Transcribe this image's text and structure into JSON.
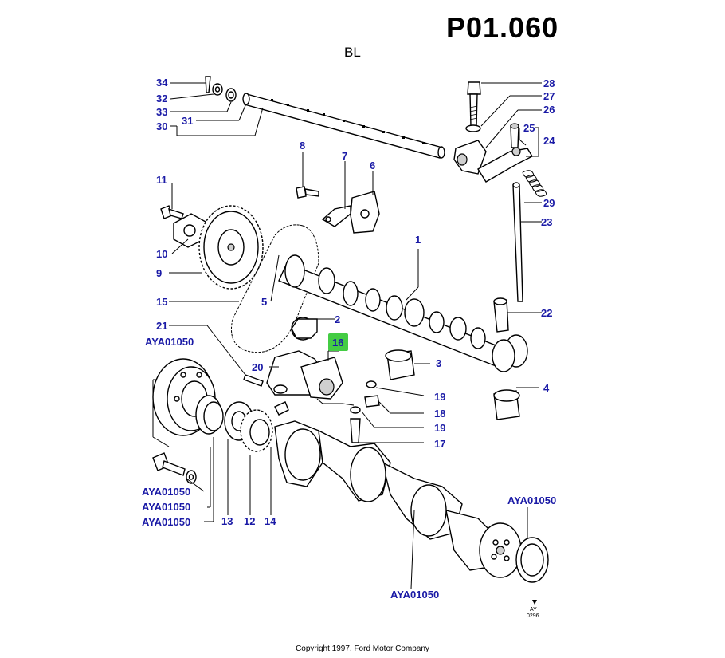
{
  "header": {
    "page_code": "P01.060",
    "variant": "BL"
  },
  "stamp": {
    "line1": "AY",
    "line2": "0296"
  },
  "footer": {
    "copyright": "Copyright 1997, Ford Motor Company"
  },
  "highlight_color": "#44cc44",
  "callout_color": "#1a1aa6",
  "callouts": {
    "c34": "34",
    "c32": "32",
    "c33": "33",
    "c31": "31",
    "c30": "30",
    "c8": "8",
    "c7": "7",
    "c6": "6",
    "c28": "28",
    "c27": "27",
    "c26": "26",
    "c25": "25",
    "c24": "24",
    "c29": "29",
    "c23": "23",
    "c22": "22",
    "c11": "11",
    "c10": "10",
    "c9": "9",
    "c15": "15",
    "c5": "5",
    "c1": "1",
    "c2": "2",
    "c16": "16",
    "c3": "3",
    "c4": "4",
    "c21": "21",
    "c20": "20",
    "c19a": "19",
    "c18": "18",
    "c19b": "19",
    "c17": "17",
    "c13": "13",
    "c12": "12",
    "c14": "14",
    "aya_top": "AYA01050",
    "aya_bl1": "AYA01050",
    "aya_bl2": "AYA01050",
    "aya_bl3": "AYA01050",
    "aya_right": "AYA01050",
    "aya_bottom": "AYA01050"
  }
}
